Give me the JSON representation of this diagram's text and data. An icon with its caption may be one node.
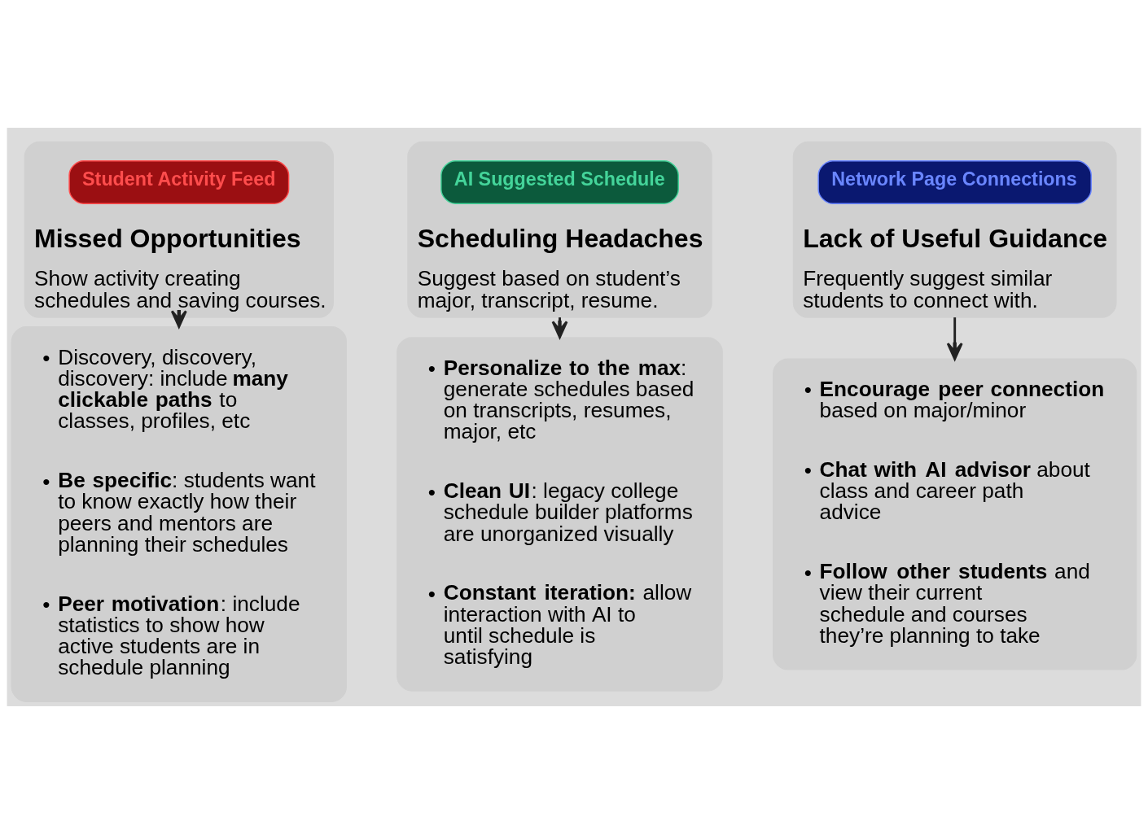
{
  "diagram": {
    "nodes": [
      {
        "text": [
          "Missed Opportunities",
          "Show activity creating schedules and saving courses."
        ]
      },
      {
        "text": [
          "Student Activity Feed"
        ],
        "in": 0
      },
      {
        "text": [
          "Scheduling Headaches",
          "Suggest based on student’s major, transcript, resume."
        ]
      },
      {
        "text": [
          "AI Suggested Schedule"
        ],
        "in": 2
      },
      {
        "text": [
          "Lack of Useful Guidance",
          "Frequently suggest similar students to connect with."
        ]
      },
      {
        "text": [
          "Network Page Connections"
        ],
        "in": 4
      },
      {
        "text": [
          "• Discovery, discovery, discovery: include **many clickable paths** to classes, profiles, etc",
          "• **Be specific**: students want to know exactly how their peers and mentors are planning their schedules",
          "• **Peer motivation**: include statistics to show how active students are in schedule planning"
        ]
      },
      {
        "text": [
          "• **Personalize to the max**: generate schedules based on transcripts, resumes, major, etc",
          "• **Clean UI**: legacy college schedule builder platforms are unorganized visually",
          "• **Constant iteration:** allow interaction with AI to until schedule is satisfying"
        ]
      },
      {
        "text": [
          "• **Encourage peer connection** based on major/minor",
          "• **Chat with AI advisor** about class and career path advice",
          "• **Follow other students** and view their current schedule and courses they’re planning to take"
        ]
      }
    ],
    "edges": [
      {
        "from": 0,
        "to": 6,
        "arrow": "to"
      },
      {
        "from": 2,
        "to": 7,
        "arrow": "to"
      },
      {
        "from": 4,
        "to": 8,
        "arrow": "to"
      }
    ]
  }
}
